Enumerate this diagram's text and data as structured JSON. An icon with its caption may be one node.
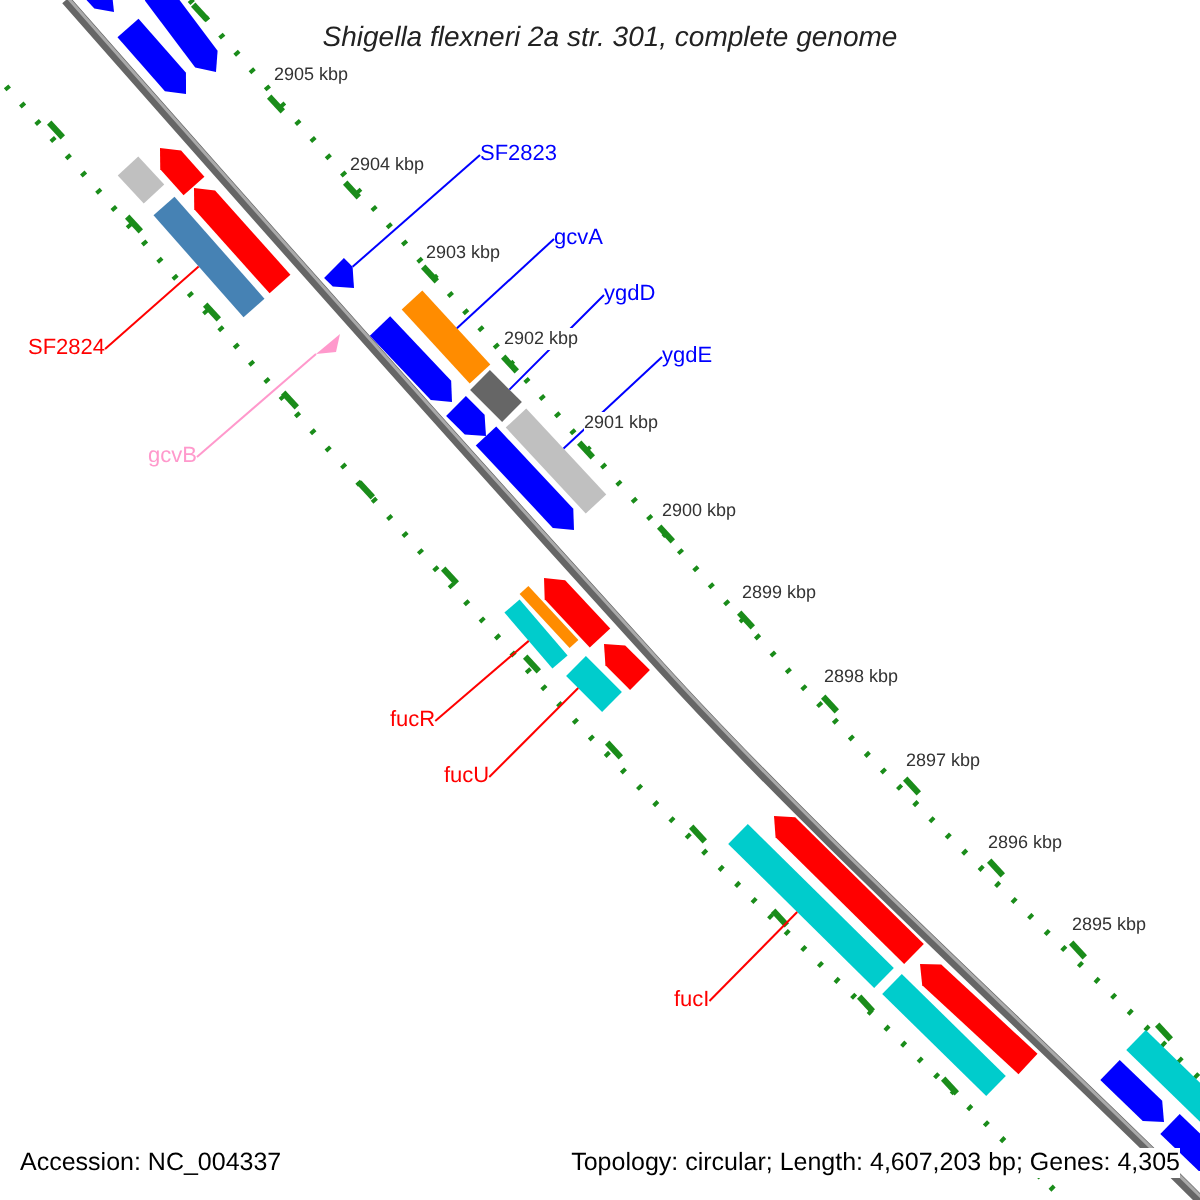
{
  "diagram": {
    "title": "Shigella flexneri 2a str. 301, complete genome",
    "nodes": [
      {
        "text": [
          "SF2823"
        ]
      },
      {
        "text": [
          "gcvA"
        ]
      },
      {
        "text": [
          "ygdD"
        ]
      },
      {
        "text": [
          "SF2824"
        ]
      },
      {
        "text": [
          "ygdE"
        ]
      },
      {
        "text": [
          "gcvB"
        ]
      },
      {
        "text": [
          "fucR"
        ]
      },
      {
        "text": [
          "fucU"
        ]
      },
      {
        "text": [
          "fucI"
        ]
      },
      {
        "text": [],
        "shape": "arrow"
      },
      {
        "text": [],
        "shape": "bar"
      },
      {
        "text": [],
        "shape": "bar"
      },
      {
        "text": [],
        "shape": "bar"
      },
      {
        "text": [],
        "shape": "bar"
      },
      {
        "text": [],
        "shape": "triangle"
      },
      {
        "text": [],
        "shape": "bar"
      },
      {
        "text": [],
        "shape": "bar"
      },
      {
        "text": [],
        "shape": "bar"
      },
      {
        "text": [],
        "shape": "arrow"
      },
      {
        "text": [],
        "shape": "arrow"
      },
      {
        "text": [],
        "shape": "arrow"
      },
      {
        "text": [],
        "shape": "arrow"
      },
      {
        "text": [],
        "shape": "bar"
      },
      {
        "text": [],
        "shape": "arrow"
      },
      {
        "text": [],
        "shape": "arrow"
      },
      {
        "text": [],
        "shape": "arrow"
      },
      {
        "text": [],
        "shape": "arrow"
      },
      {
        "text": [],
        "shape": "arrow"
      },
      {
        "text": [],
        "shape": "bar"
      },
      {
        "text": [],
        "shape": "arrow"
      },
      {
        "text": [],
        "shape": "arrow"
      },
      {
        "text": [],
        "shape": "arrow"
      },
      {
        "text": [],
        "shape": "bar"
      },
      {
        "text": [],
        "shape": "bar"
      },
      {
        "text": [],
        "shape": "arrow"
      },
      {
        "text": [],
        "shape": "arrow"
      }
    ],
    "edges": [
      {
        "from": 0,
        "to": 9,
        "arrow": "none",
        "color": "#0000ff"
      },
      {
        "from": 1,
        "to": 10,
        "arrow": "none",
        "color": "#0000ff"
      },
      {
        "from": 2,
        "to": 11,
        "arrow": "none",
        "color": "#0000ff"
      },
      {
        "from": 3,
        "to": 12,
        "arrow": "none",
        "color": "#ff0000"
      },
      {
        "from": 4,
        "to": 13,
        "arrow": "none",
        "color": "#0000ff"
      },
      {
        "from": 5,
        "to": 14,
        "arrow": "none",
        "color": "#ff99cc"
      },
      {
        "from": 6,
        "to": 15,
        "arrow": "none",
        "color": "#ff0000"
      },
      {
        "from": 7,
        "to": 16,
        "arrow": "none",
        "color": "#ff0000"
      },
      {
        "from": 8,
        "to": 17,
        "arrow": "none",
        "color": "#ff0000"
      }
    ],
    "labels": [
      "2905 kbp",
      "2904 kbp",
      "2903 kbp",
      "2902 kbp",
      "2901 kbp",
      "2900 kbp",
      "2899 kbp",
      "2898 kbp",
      "2897 kbp",
      "2896 kbp",
      "2895 kbp",
      "Accession: NC_004337",
      "Topology: circular; Length: 4,607,203 bp; Genes: 4,305"
    ]
  }
}
